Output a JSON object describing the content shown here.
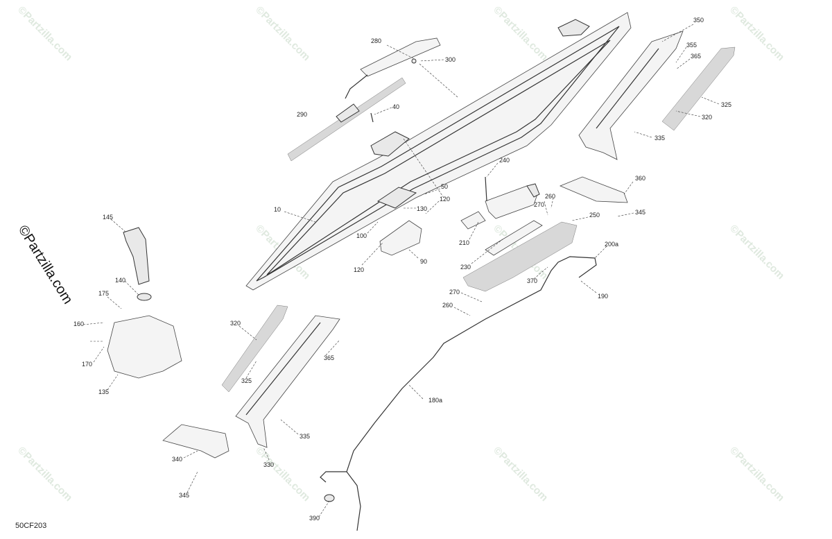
{
  "diagram_code": "50CF203",
  "watermark": "©Partzilla.com",
  "side_watermark": "©Partzilla.com",
  "parts": {
    "p10": "10",
    "p40": "40",
    "p50": "50",
    "p90": "90",
    "p100": "100",
    "p120a": "120",
    "p120b": "120",
    "p130": "130",
    "p135": "135",
    "p140": "140",
    "p145": "145",
    "p160": "160",
    "p170": "170",
    "p175": "175",
    "p180a": "180a",
    "p190": "190",
    "p200a": "200a",
    "p210": "210",
    "p230": "230",
    "p240": "240",
    "p250": "250",
    "p260a": "260",
    "p260b": "260",
    "p270a": "270",
    "p270b": "270",
    "p280": "280",
    "p290": "290",
    "p300": "300",
    "p320a": "320",
    "p320b": "320",
    "p325a": "325",
    "p325b": "325",
    "p330": "330",
    "p335a": "335",
    "p335b": "335",
    "p340": "340",
    "p345a": "345",
    "p345b": "345",
    "p350": "350",
    "p355": "355",
    "p360": "360",
    "p365a": "365",
    "p365b": "365",
    "p370": "370",
    "p390": "390"
  }
}
